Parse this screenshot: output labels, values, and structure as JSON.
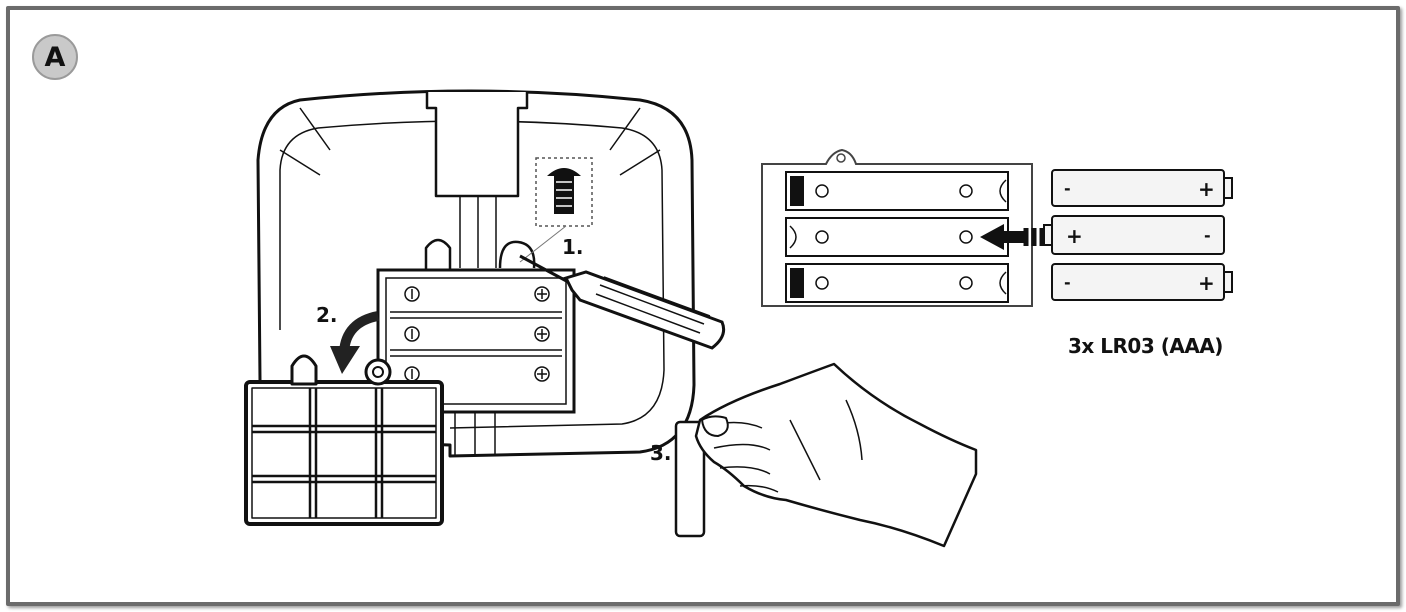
{
  "diagram": {
    "badge": "A",
    "steps": [
      {
        "label": "1."
      },
      {
        "label": "2."
      },
      {
        "label": "3."
      }
    ],
    "battery_spec": "3x LR03 (AAA)",
    "polarity": {
      "plus": "+",
      "minus": "-"
    }
  },
  "colors": {
    "ink": "#111111",
    "frame": "#6b6b6b",
    "badge_fill": "#c9c9c9",
    "battery_fill": "#f4f4f4"
  }
}
